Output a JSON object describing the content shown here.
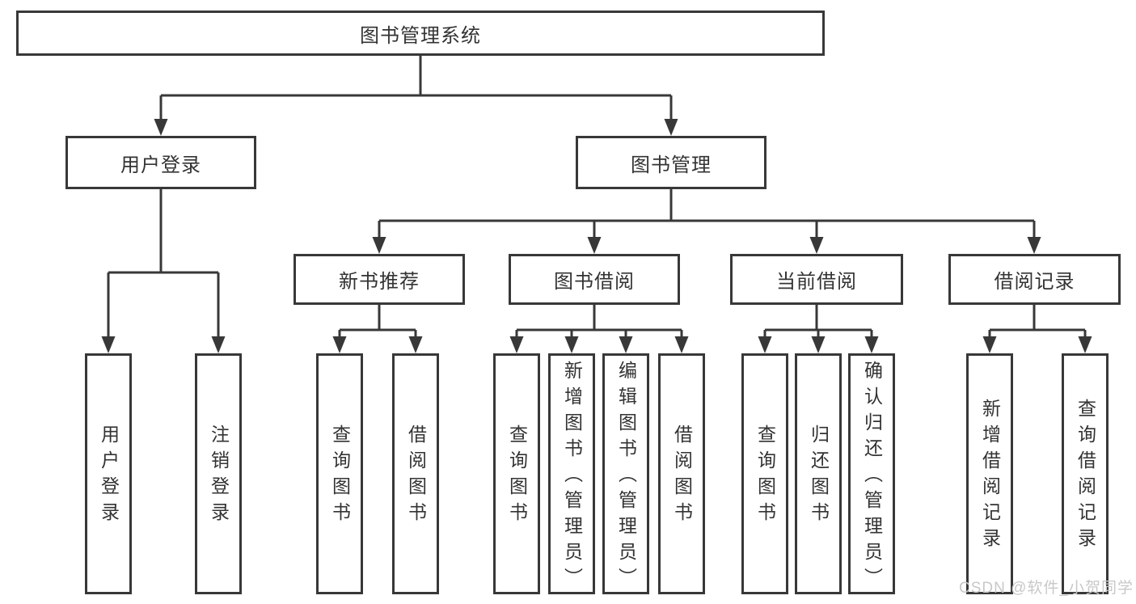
{
  "tree": {
    "root": {
      "label": "图书管理系统"
    },
    "branches": [
      {
        "label": "用户登录",
        "children": [
          {
            "label": "用户登录"
          },
          {
            "label": "注销登录"
          }
        ]
      },
      {
        "label": "图书管理",
        "children": [
          {
            "label": "新书推荐",
            "children": [
              {
                "label": "查询图书"
              },
              {
                "label": "借阅图书"
              }
            ]
          },
          {
            "label": "图书借阅",
            "children": [
              {
                "label": "查询图书"
              },
              {
                "label": "新增图书（管理员）"
              },
              {
                "label": "编辑图书（管理员）"
              },
              {
                "label": "借阅图书"
              }
            ]
          },
          {
            "label": "当前借阅",
            "children": [
              {
                "label": "查询图书"
              },
              {
                "label": "归还图书"
              },
              {
                "label": "确认归还（管理员）"
              }
            ]
          },
          {
            "label": "借阅记录",
            "children": [
              {
                "label": "新增借阅记录"
              },
              {
                "label": "查询借阅记录"
              }
            ]
          }
        ]
      }
    ]
  },
  "watermark": {
    "text": "CSDN @软件_小贺同学"
  },
  "colors": {
    "line": "#383838",
    "box_border": "#383838",
    "text": "#333333",
    "background": "#ffffff",
    "watermark": "#c8c8c8"
  }
}
